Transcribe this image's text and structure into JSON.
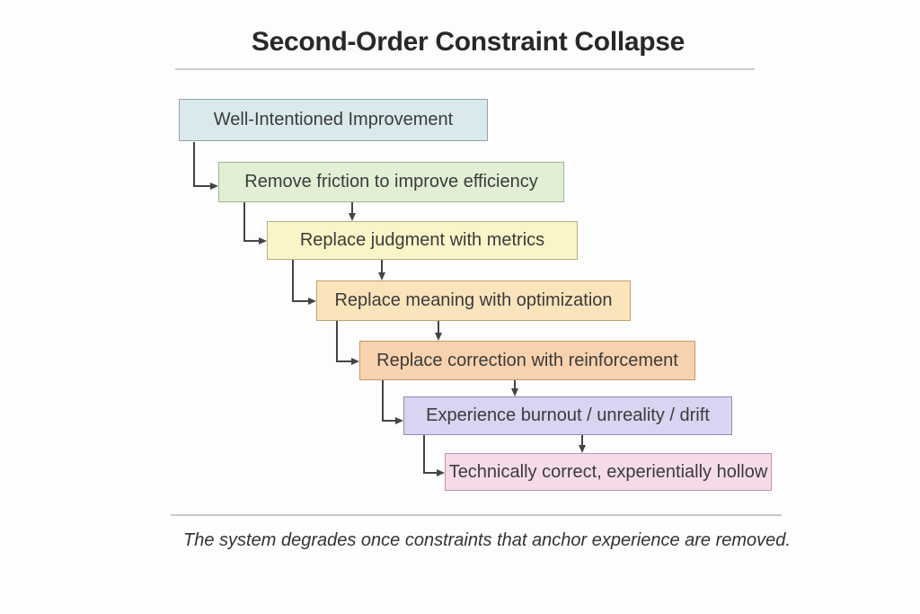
{
  "title": "Second-Order Constraint Collapse",
  "caption": "The system degrades once constraints that anchor experience are removed.",
  "arrow_color": "#444444",
  "divider_color": "#cccccc",
  "flow": {
    "steps": [
      {
        "label": "Well-Intentioned Improvement",
        "fill": "#d9e9ec",
        "border": "#8fa3a8"
      },
      {
        "label": "Remove friction to improve efficiency",
        "fill": "#e1efd5",
        "border": "#a3b093"
      },
      {
        "label": "Replace judgment with metrics",
        "fill": "#fbf4c8",
        "border": "#b6ad82"
      },
      {
        "label": "Replace meaning with optimization",
        "fill": "#f9e4bb",
        "border": "#c09f72"
      },
      {
        "label": "Replace correction with reinforcement",
        "fill": "#f8d2ae",
        "border": "#c4976b"
      },
      {
        "label": "Experience burnout / unreality / drift",
        "fill": "#d9d4f1",
        "border": "#918bb4"
      },
      {
        "label": "Technically correct, experientially hollow",
        "fill": "#f5dbe9",
        "border": "#bb96ab"
      }
    ]
  }
}
